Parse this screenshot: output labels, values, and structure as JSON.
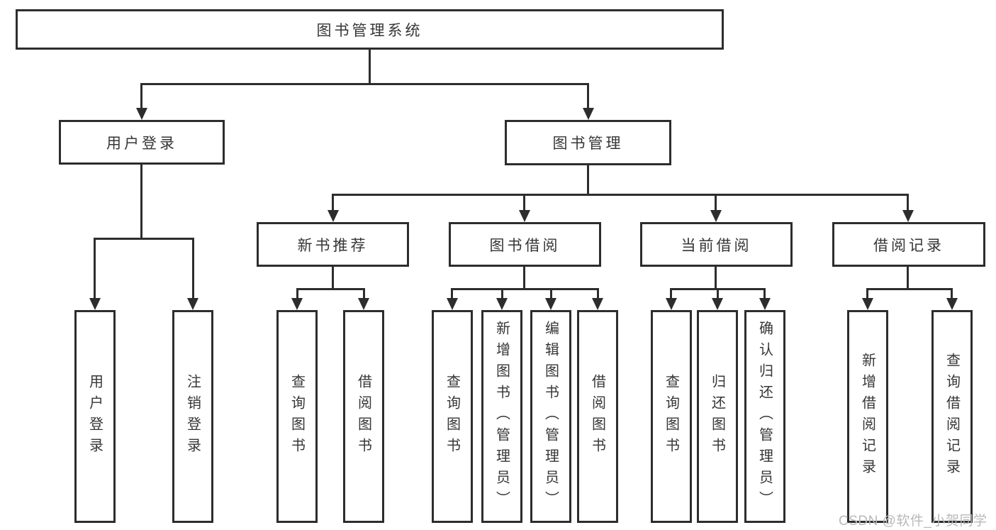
{
  "diagram_type": "hierarchy-tree",
  "root": {
    "label": "图书管理系统"
  },
  "level2": [
    {
      "label": "用户登录"
    },
    {
      "label": "图书管理"
    }
  ],
  "level3": [
    {
      "label": "新书推荐"
    },
    {
      "label": "图书借阅"
    },
    {
      "label": "当前借阅"
    },
    {
      "label": "借阅记录"
    }
  ],
  "leaves": {
    "user_login": [
      "用户登录",
      "注销登录"
    ],
    "new_book_recommendation": [
      "查询图书",
      "借阅图书"
    ],
    "book_borrowing": [
      "查询图书",
      "新增图书（管理员）",
      "编辑图书（管理员）",
      "借阅图书"
    ],
    "current_borrowing": [
      "查询图书",
      "归还图书",
      "确认归还（管理员）"
    ],
    "borrowing_records": [
      "新增借阅记录",
      "查询借阅记录"
    ]
  },
  "watermark": "CSDN @软件_小贺同学",
  "colors": {
    "line": "#2d2d2d",
    "text": "#363636",
    "watermark": "#b9b9b9",
    "background": "#ffffff"
  }
}
